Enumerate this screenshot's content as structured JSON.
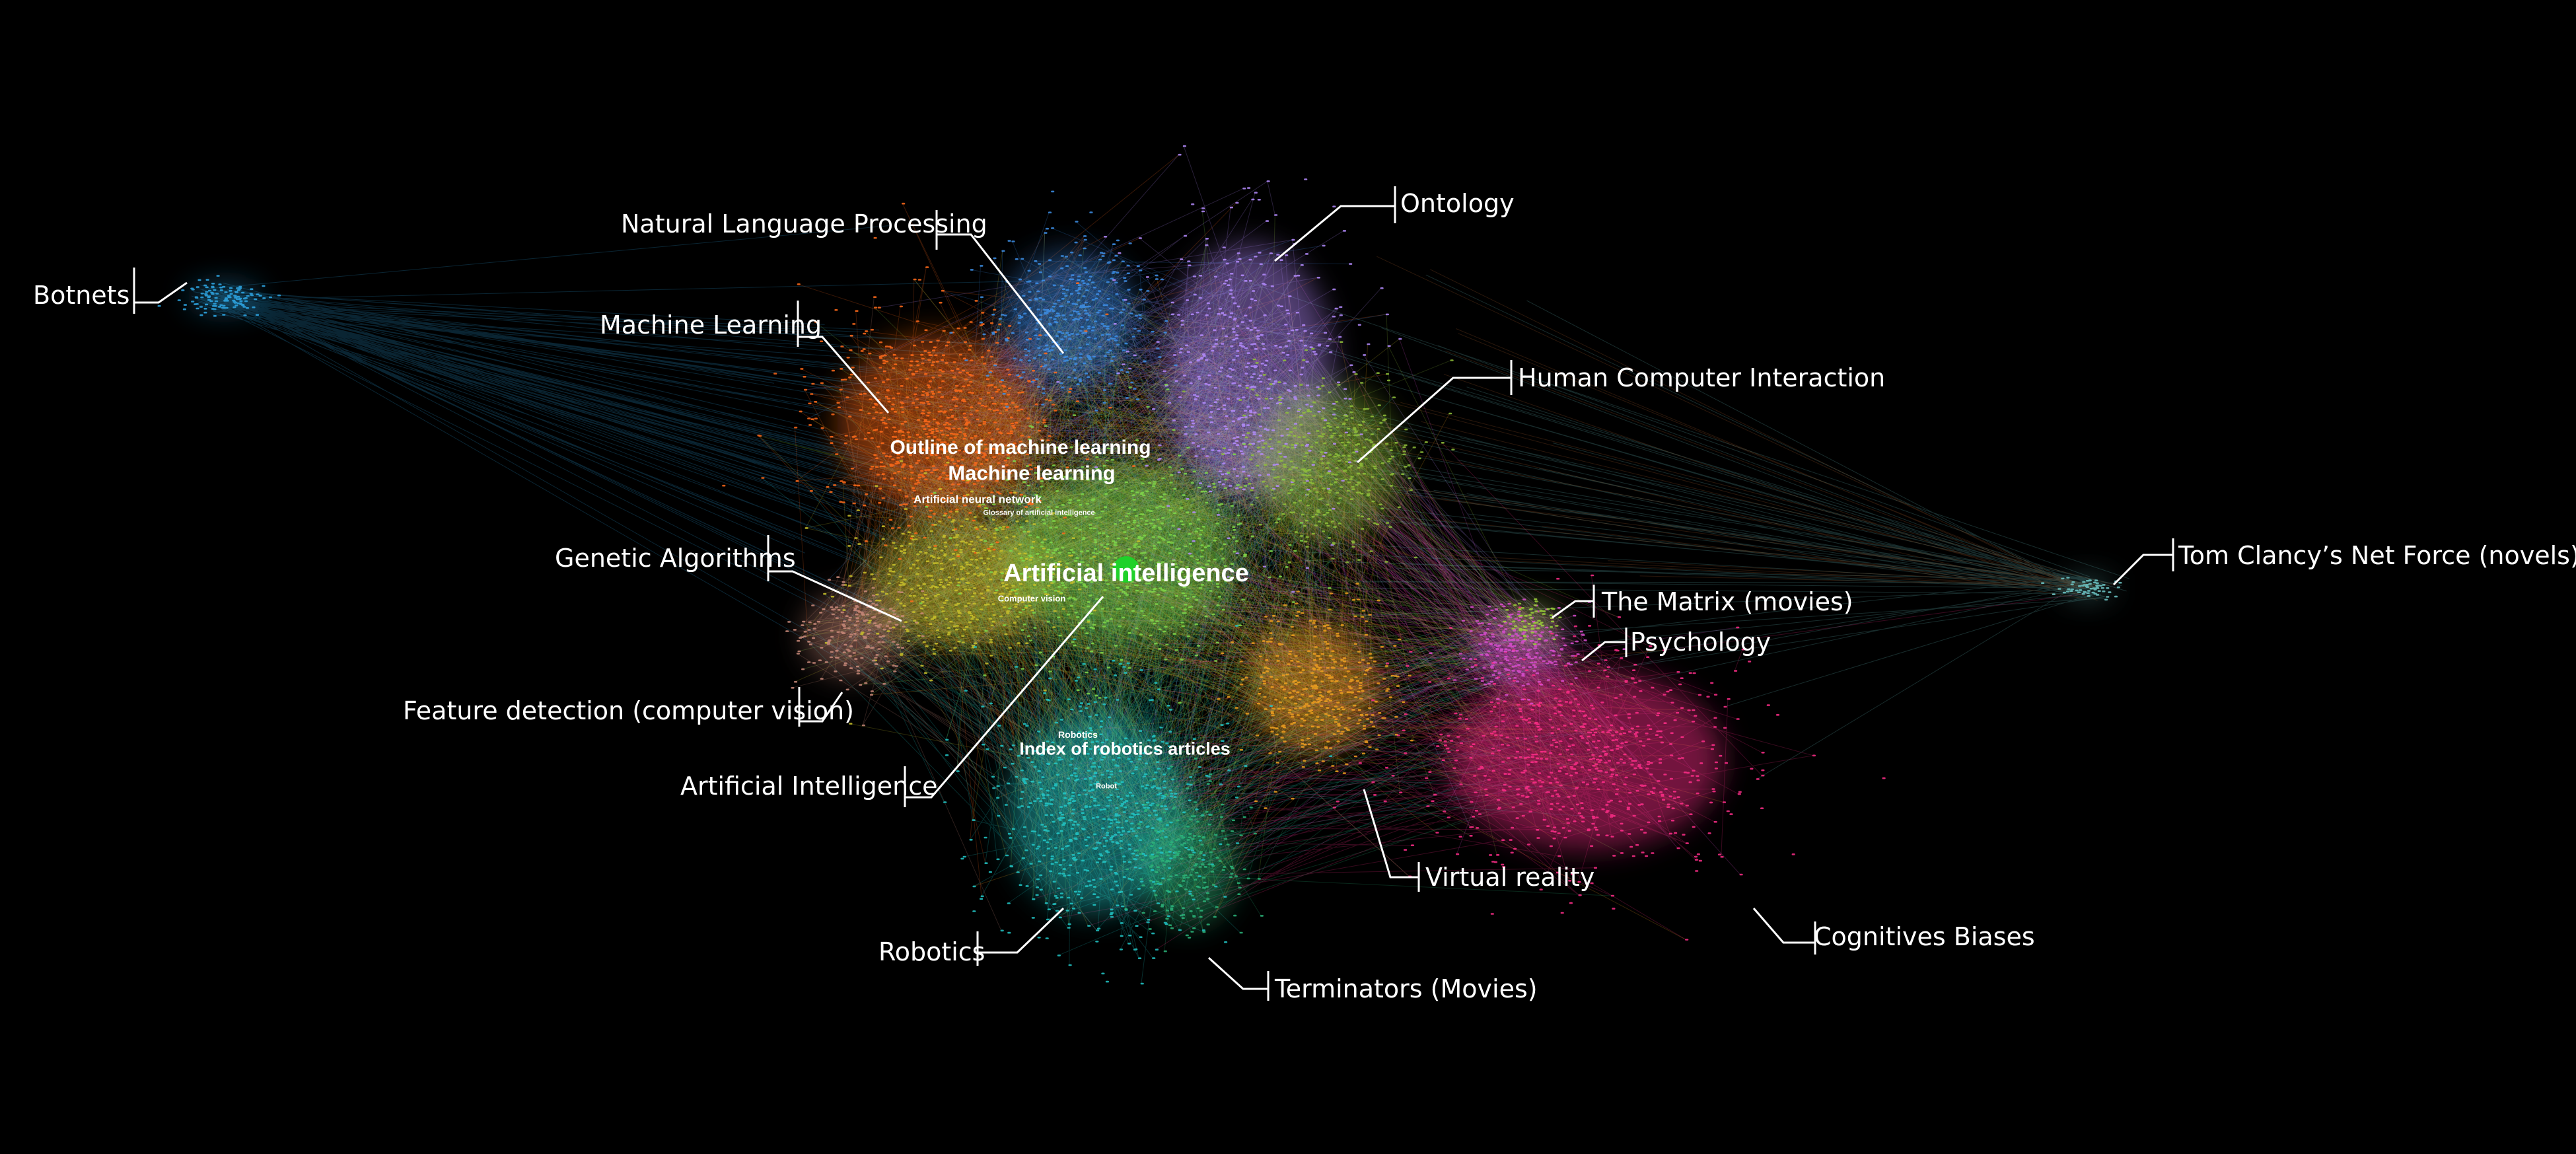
{
  "clusters": [
    {
      "name": "Machine Learning",
      "label": "Machine Learning",
      "color": "#ff6a1a"
    },
    {
      "name": "Natural Language Processing",
      "label": "Natural Language Processing",
      "color": "#3d8fe8"
    },
    {
      "name": "Ontology",
      "label": "Ontology",
      "color": "#b58cff"
    },
    {
      "name": "Human Computer Interaction",
      "label": "Human Computer Interaction",
      "color": "#8fbf3a"
    },
    {
      "name": "Genetic Algorithms",
      "label": "Genetic Algorithms",
      "color": "#c9c22a"
    },
    {
      "name": "Feature detection",
      "label": "Feature detection (computer vision)",
      "color": "#c98a7a"
    },
    {
      "name": "Artificial Intelligence",
      "label": "Artificial Intelligence",
      "color": "#7fd84a"
    },
    {
      "name": "Robotics",
      "label": "Robotics",
      "color": "#22c8c8"
    },
    {
      "name": "Terminators",
      "label": "Terminators (Movies)",
      "color": "#2bb57a"
    },
    {
      "name": "Virtual reality",
      "label": "Virtual reality",
      "color": "#f0a020"
    },
    {
      "name": "Cognitive Biases",
      "label": "Cognitives Biases",
      "color": "#ff2e8a"
    },
    {
      "name": "Psychology",
      "label": "Psychology",
      "color": "#d94fd0"
    },
    {
      "name": "The Matrix",
      "label": "The Matrix (movies)",
      "color": "#9cd23a"
    },
    {
      "name": "Botnets",
      "label": "Botnets",
      "color": "#2fa8e6"
    },
    {
      "name": "Tom Clancy",
      "label": "Tom Clancy’s Net Force (novels)",
      "color": "#6fc7c7"
    }
  ],
  "node_labels": {
    "artificial_intelligence": "Artificial intelligence",
    "machine_learning": "Machine learning",
    "outline_ml": "Outline of machine learning",
    "ann": "Artificial neural network",
    "glossary": "Glossary of artificial intelligence",
    "computer_vision": "Computer vision",
    "robotics": "Robotics",
    "index_robotics": "Index of robotics articles",
    "robot": "Robot"
  },
  "central_node_color": "#1fd12a"
}
